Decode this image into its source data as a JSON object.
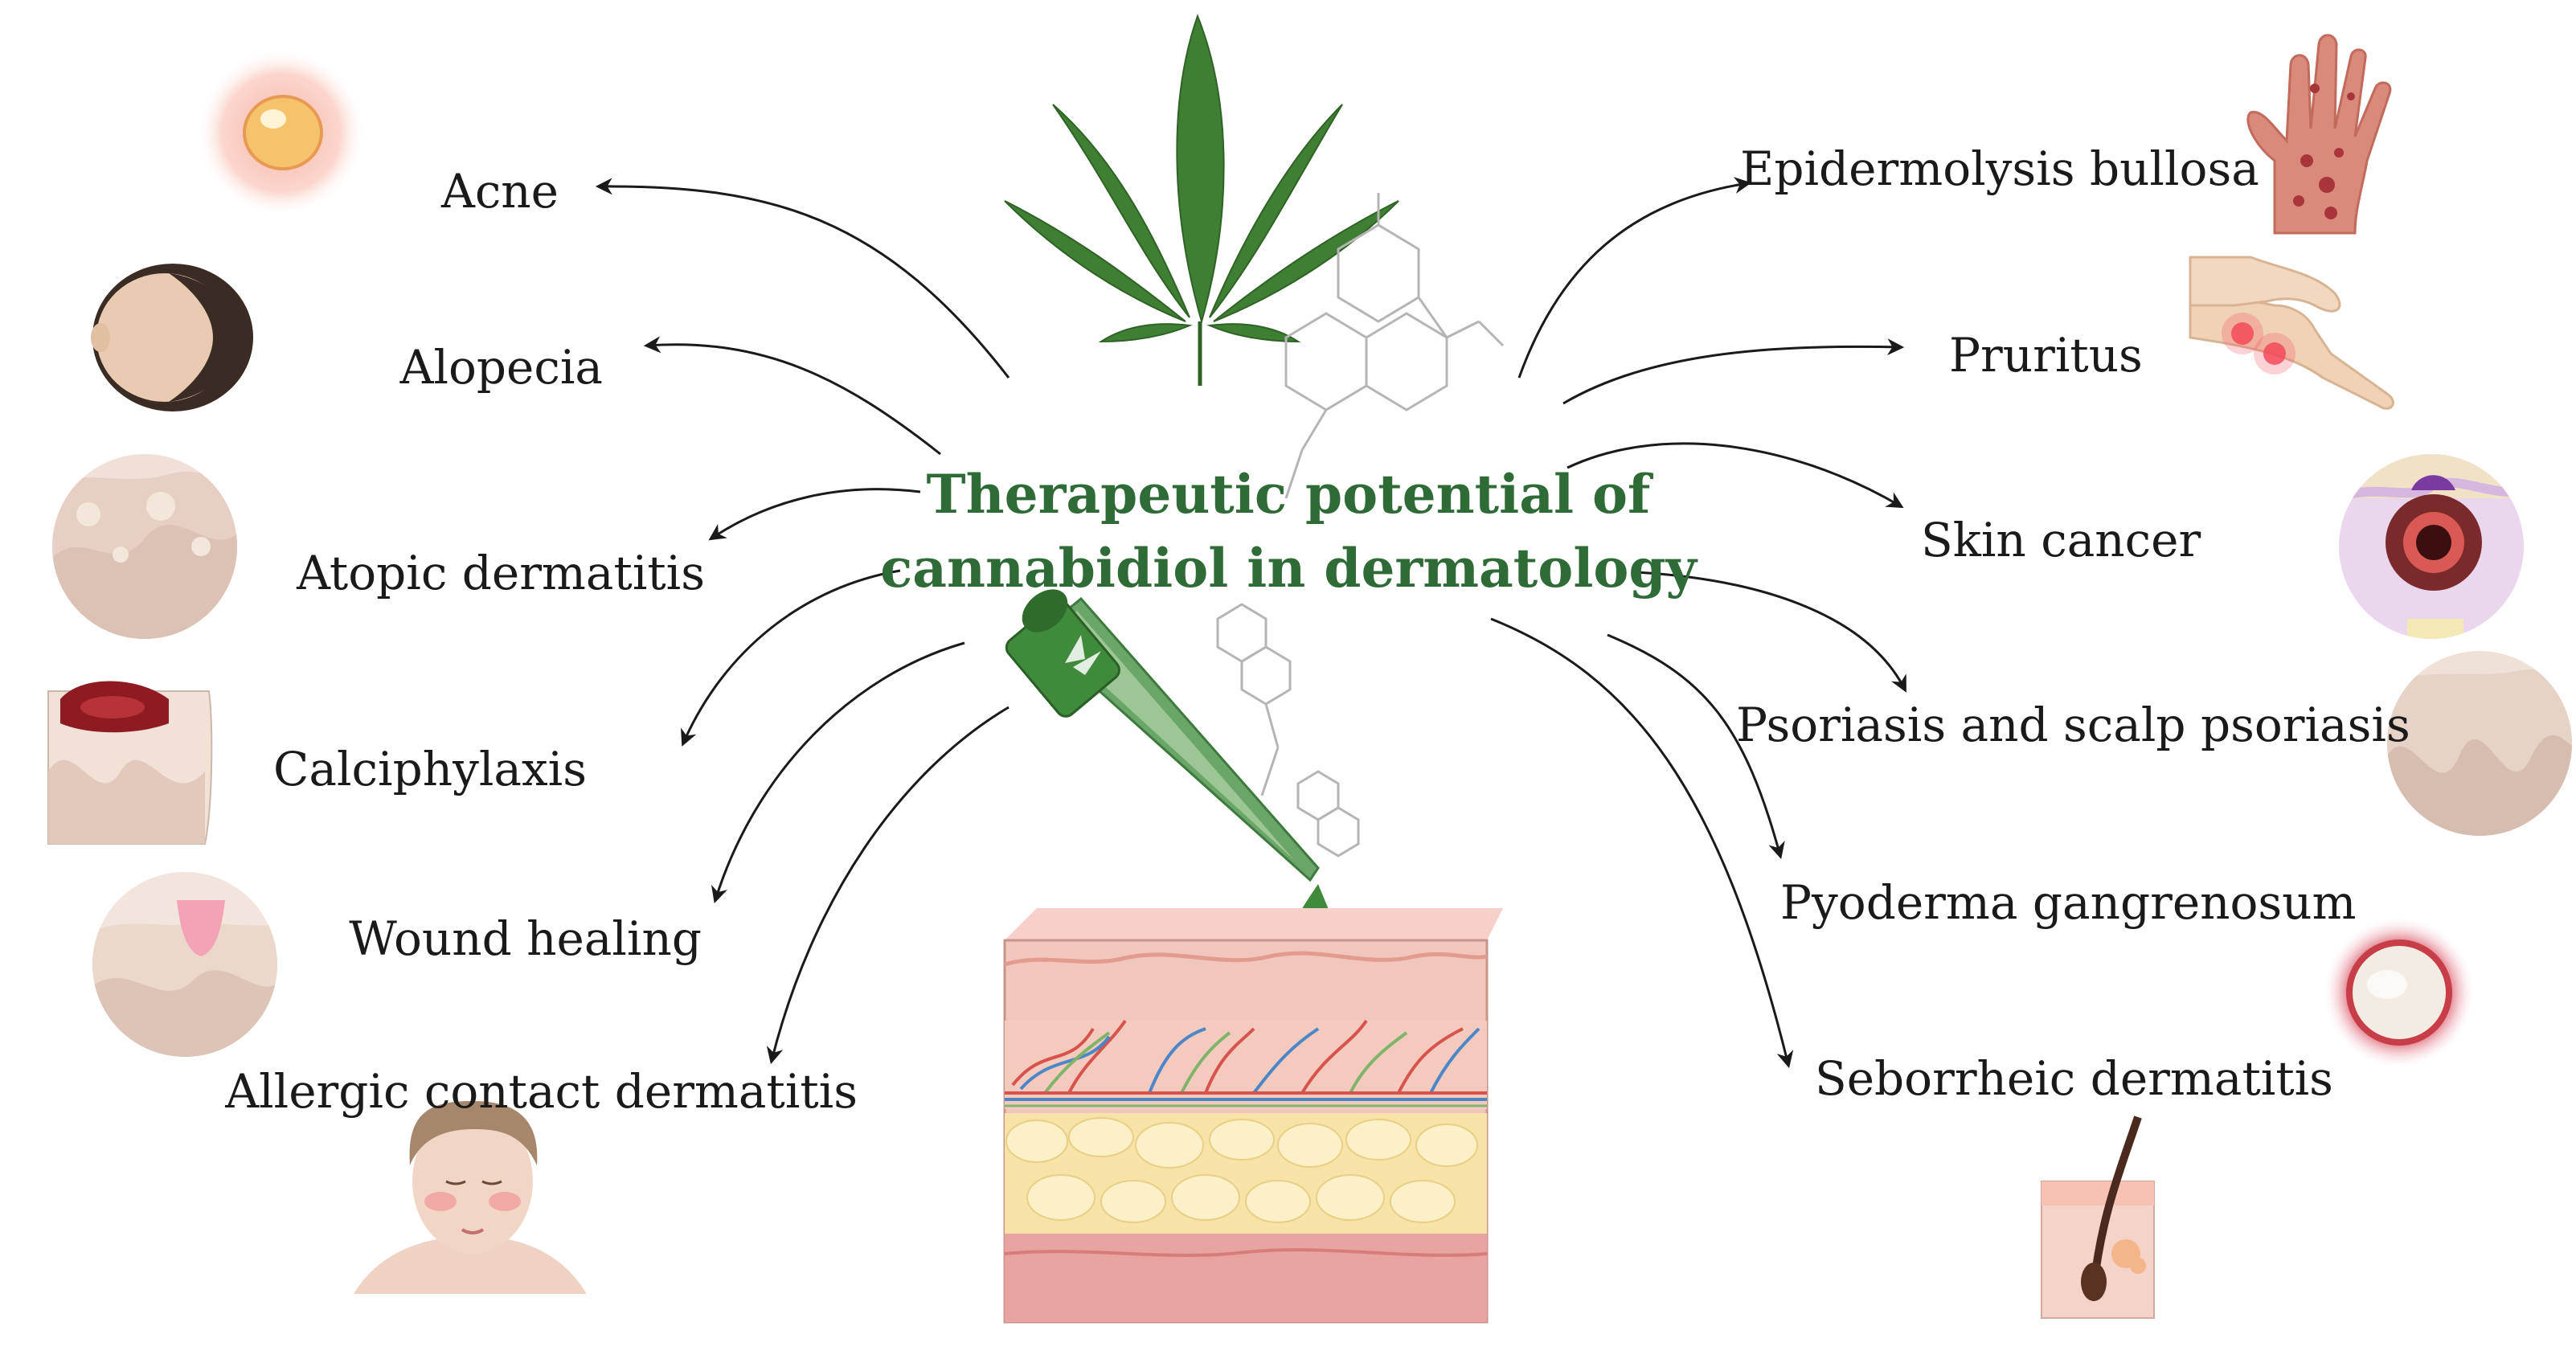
{
  "title": {
    "line1": "Therapeutic potential of",
    "line2": "cannabidiol in dermatology"
  },
  "left_conditions": [
    {
      "label": "Acne",
      "icon": "acne-pimple-icon"
    },
    {
      "label": "Alopecia",
      "icon": "balding-head-icon"
    },
    {
      "label": "Atopic dermatitis",
      "icon": "eczema-skin-icon"
    },
    {
      "label": "Calciphylaxis",
      "icon": "calciphylaxis-skin-icon"
    },
    {
      "label": "Wound healing",
      "icon": "wound-skin-icon"
    },
    {
      "label": "Allergic contact dermatitis",
      "icon": "allergic-face-icon"
    }
  ],
  "right_conditions": [
    {
      "label": "Epidermolysis bullosa",
      "icon": "blistered-hand-icon"
    },
    {
      "label": "Pruritus",
      "icon": "itching-hand-icon"
    },
    {
      "label": "Skin cancer",
      "icon": "melanoma-icon"
    },
    {
      "label": "Psoriasis and scalp psoriasis",
      "icon": "psoriasis-skin-icon"
    },
    {
      "label": "Pyoderma gangrenosum",
      "icon": "ulcer-icon"
    },
    {
      "label": "Seborrheic dermatitis",
      "icon": "hair-follicle-icon"
    }
  ],
  "center_icons": [
    "cannabis-leaf-icon",
    "cbd-molecule-icon",
    "dropper-icon",
    "skin-cross-section-icon"
  ],
  "colors": {
    "title": "#2f6b36",
    "leaf": "#3f7f33",
    "arrow": "#1a1a1a",
    "skin_epidermis": "#f3c9c0",
    "fat": "#f7e3a8"
  }
}
